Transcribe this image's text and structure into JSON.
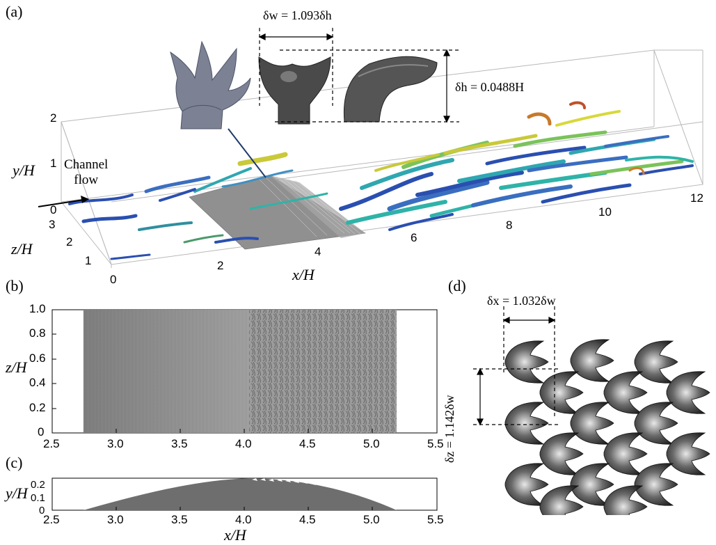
{
  "panels": {
    "a": {
      "label": "(a)",
      "dim_w": "δw = 1.093δh",
      "dim_h": "δh = 0.0488H",
      "flow_label_1": "Channel",
      "flow_label_2": "flow",
      "y_axis_label": "y/H",
      "z_axis_label": "z/H",
      "x_axis_label": "x/H",
      "y_ticks": [
        "0",
        "1",
        "2"
      ],
      "z_ticks": [
        "1",
        "2",
        "3"
      ],
      "x_ticks": [
        "0",
        "2",
        "4",
        "6",
        "8",
        "10",
        "12"
      ]
    },
    "b": {
      "label": "(b)",
      "y_axis_label": "z/H",
      "y_ticks": [
        "0",
        "0.2",
        "0.4",
        "0.6",
        "0.8",
        "1.0"
      ],
      "x_ticks": [
        "2.5",
        "3.0",
        "3.5",
        "4.0",
        "4.5",
        "5.0",
        "5.5"
      ]
    },
    "c": {
      "label": "(c)",
      "y_axis_label": "y/H",
      "x_axis_label": "x/H",
      "y_ticks": [
        "0",
        "0.1",
        "0.2"
      ],
      "x_ticks": [
        "2.5",
        "3.0",
        "3.5",
        "4.0",
        "4.5",
        "5.0",
        "5.5"
      ]
    },
    "d": {
      "label": "(d)",
      "dim_x": "δx = 1.032δw",
      "dim_z": "δz = 1.142δw"
    }
  },
  "colors": {
    "surface": "#8a8a8a",
    "vortex_cool": "#2a4fb0",
    "vortex_mid": "#2fb3a8",
    "vortex_warm": "#d8d83a"
  }
}
